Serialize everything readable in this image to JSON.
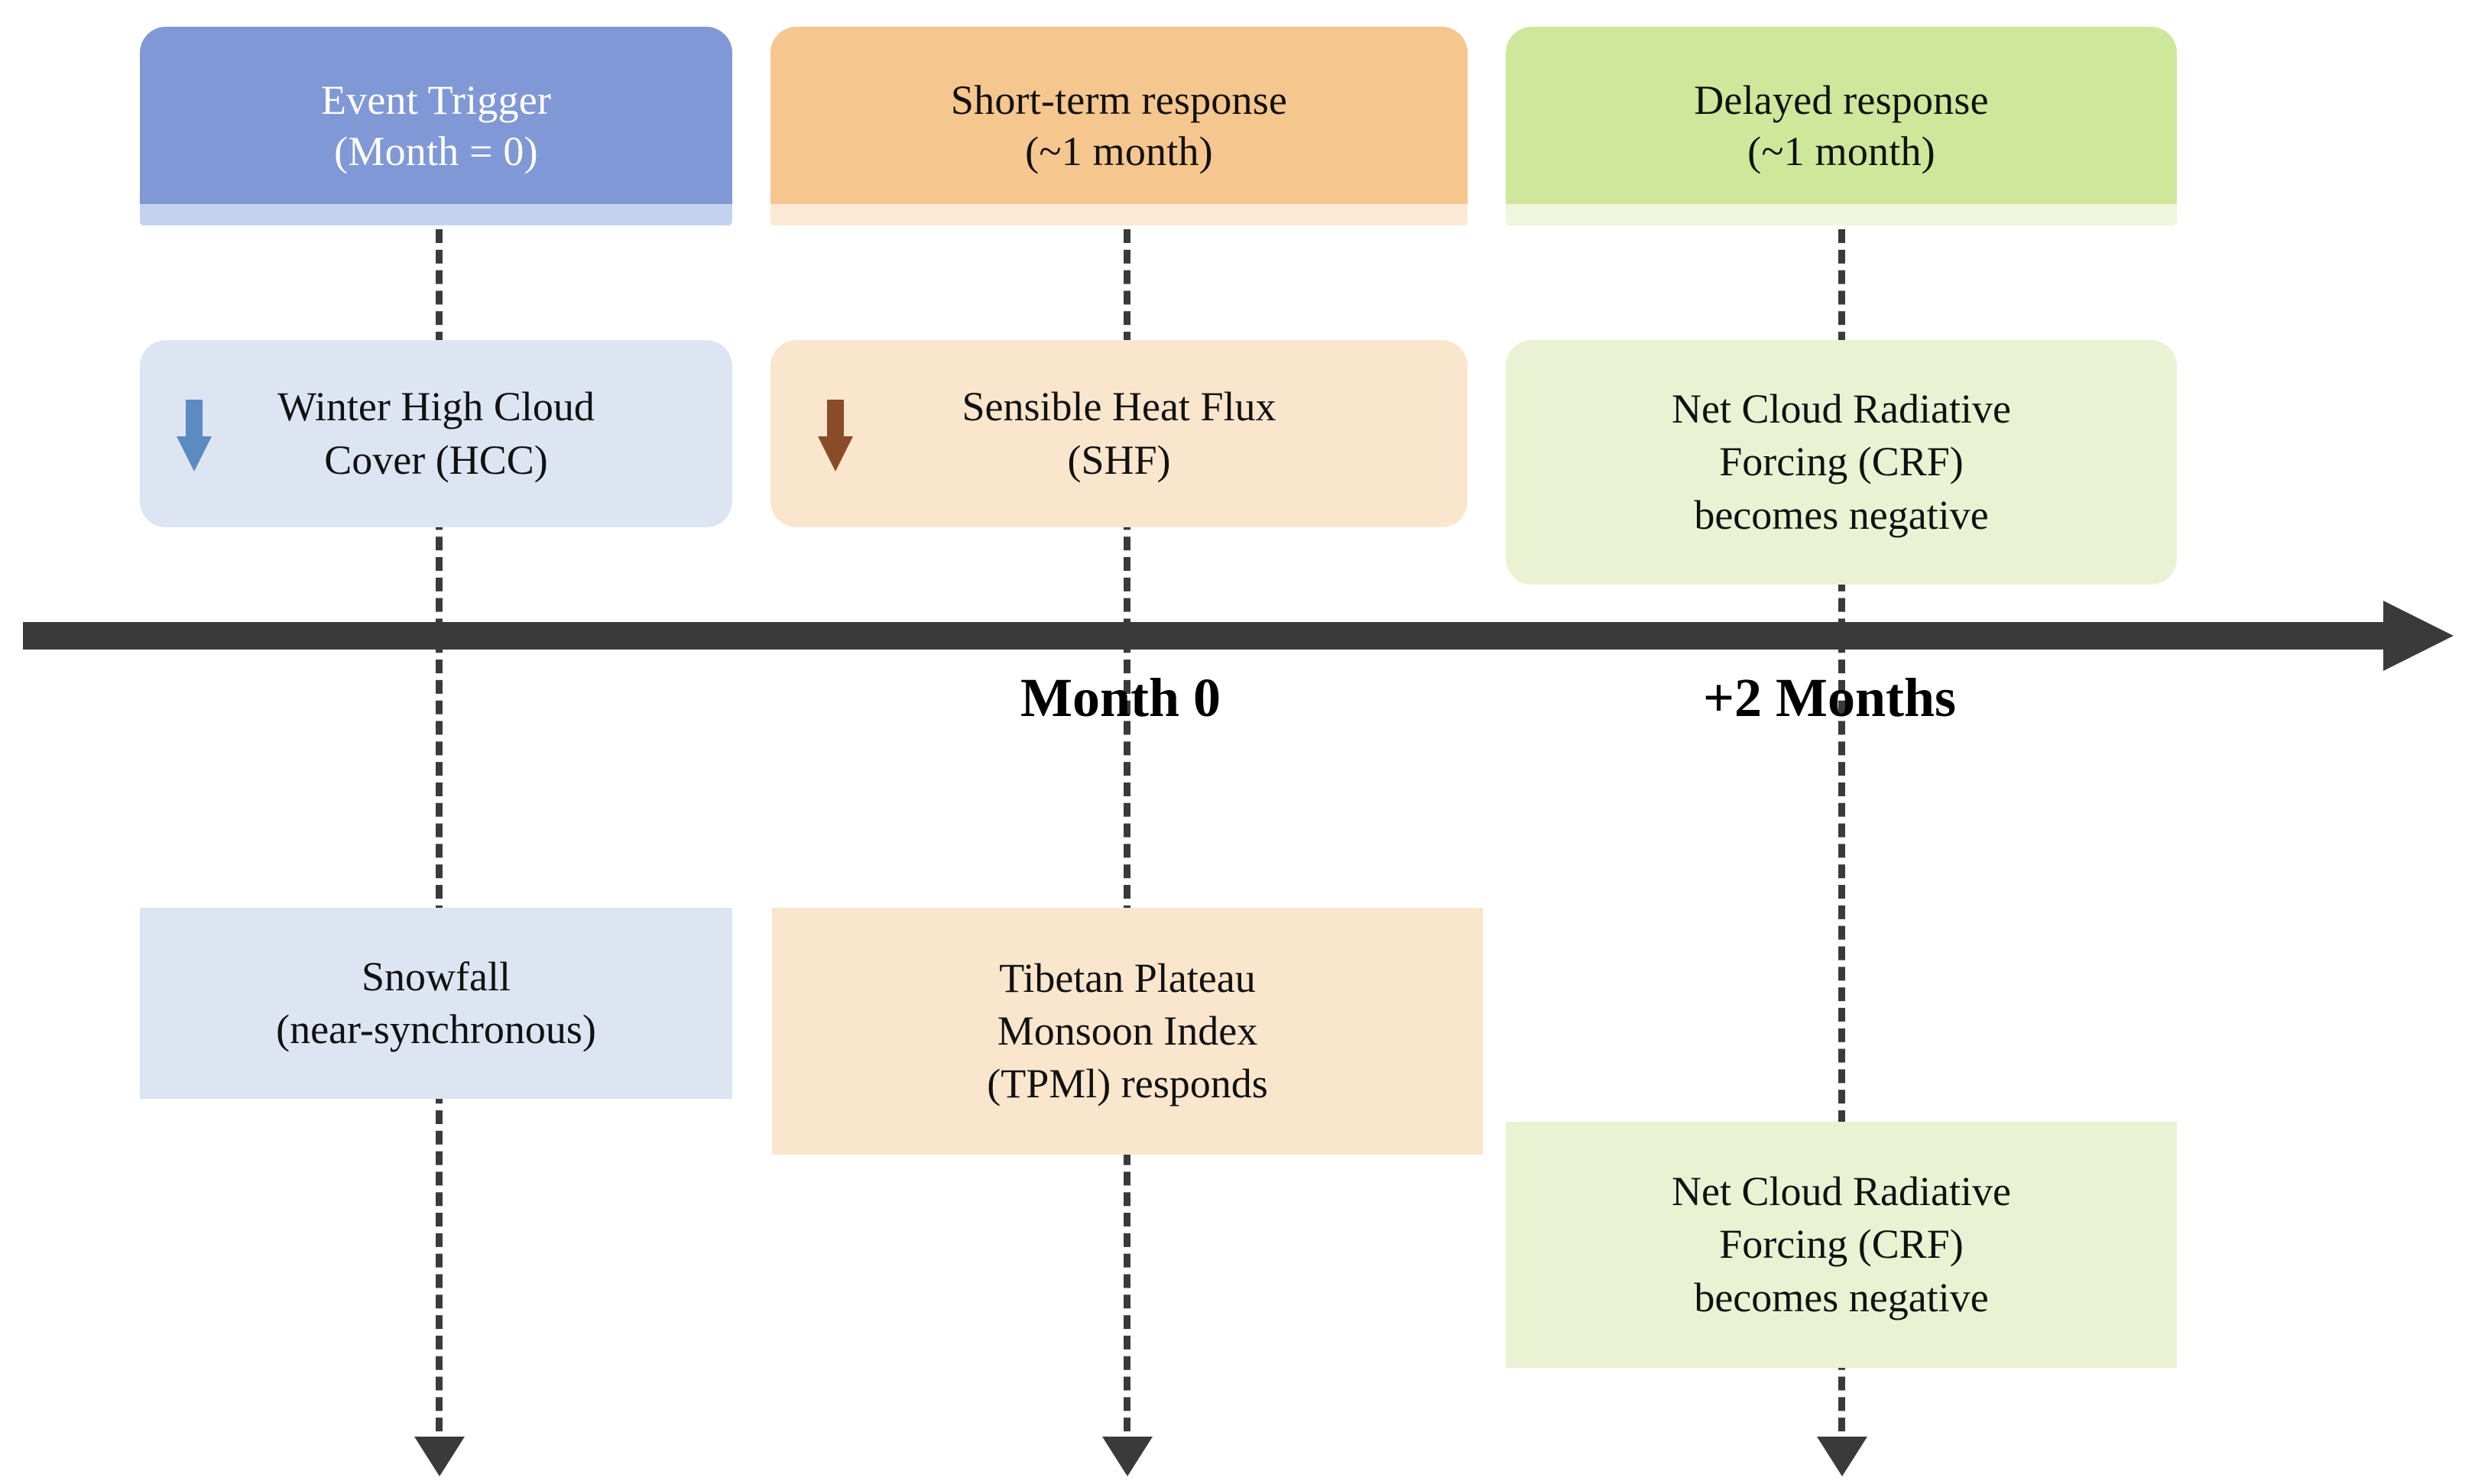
{
  "diagram": {
    "title": "Tibetan Plateau snowfall event response timeline",
    "colors": {
      "blue_header": "#8098d6",
      "blue_header_strip": "#c3d3ef",
      "orange_header": "#f5c68e",
      "orange_header_strip": "#fbe9d4",
      "green_header": "#cfe79a",
      "green_header_strip": "#f0f5dd",
      "blue_light": "#dde5f3",
      "orange_light": "#fae6cd",
      "green_light": "#eaf2d3",
      "blue_arrow": "#5b8bc0",
      "brown_arrow": "#8a4b28",
      "axis": "#3a3a3a",
      "header_text": "#ffffff",
      "body_text": "#111111"
    },
    "headers": [
      {
        "id": "event-trigger",
        "line1": "Event Trigger",
        "line2": "(Month = 0)"
      },
      {
        "id": "short-term-response",
        "line1": "Short-term response",
        "line2": "(~1 month)"
      },
      {
        "id": "delayed-response",
        "line1": "Delayed response",
        "line2": "(~1 month)"
      }
    ],
    "middle_row": [
      {
        "id": "winter-high-cloud-cover",
        "arrow": "down-arrow-blue",
        "line1": "Winter High Cloud",
        "line2": "Cover (HCC)",
        "line3": ""
      },
      {
        "id": "sensible-heat-flux",
        "arrow": "down-arrow-brown",
        "line1": "Sensible Heat Flux",
        "line2": "(SHF)",
        "line3": ""
      },
      {
        "id": "net-cloud-radiative-forcing-upper",
        "arrow": "",
        "line1": "Net Cloud Radiative",
        "line2": "Forcing (CRF)",
        "line3": "becomes negative"
      }
    ],
    "bottom_row": [
      {
        "id": "snowfall",
        "line1": "Snowfall",
        "line2": "(near-synchronous)",
        "line3": ""
      },
      {
        "id": "tibetan-plateau-monsoon-index",
        "line1": "Tibetan Plateau",
        "line2": "Monsoon Index",
        "line3": "(TPMl) responds"
      },
      {
        "id": "net-cloud-radiative-forcing-lower",
        "line1": "Net Cloud Radiative",
        "line2": "Forcing (CRF)",
        "line3": "becomes negative"
      }
    ],
    "timeline": {
      "axis_name": "time-axis",
      "direction": "left-to-right",
      "ticks": [
        {
          "id": "month-0",
          "label": "Month 0"
        },
        {
          "id": "plus-2-months",
          "label": "+2 Months"
        }
      ]
    }
  }
}
